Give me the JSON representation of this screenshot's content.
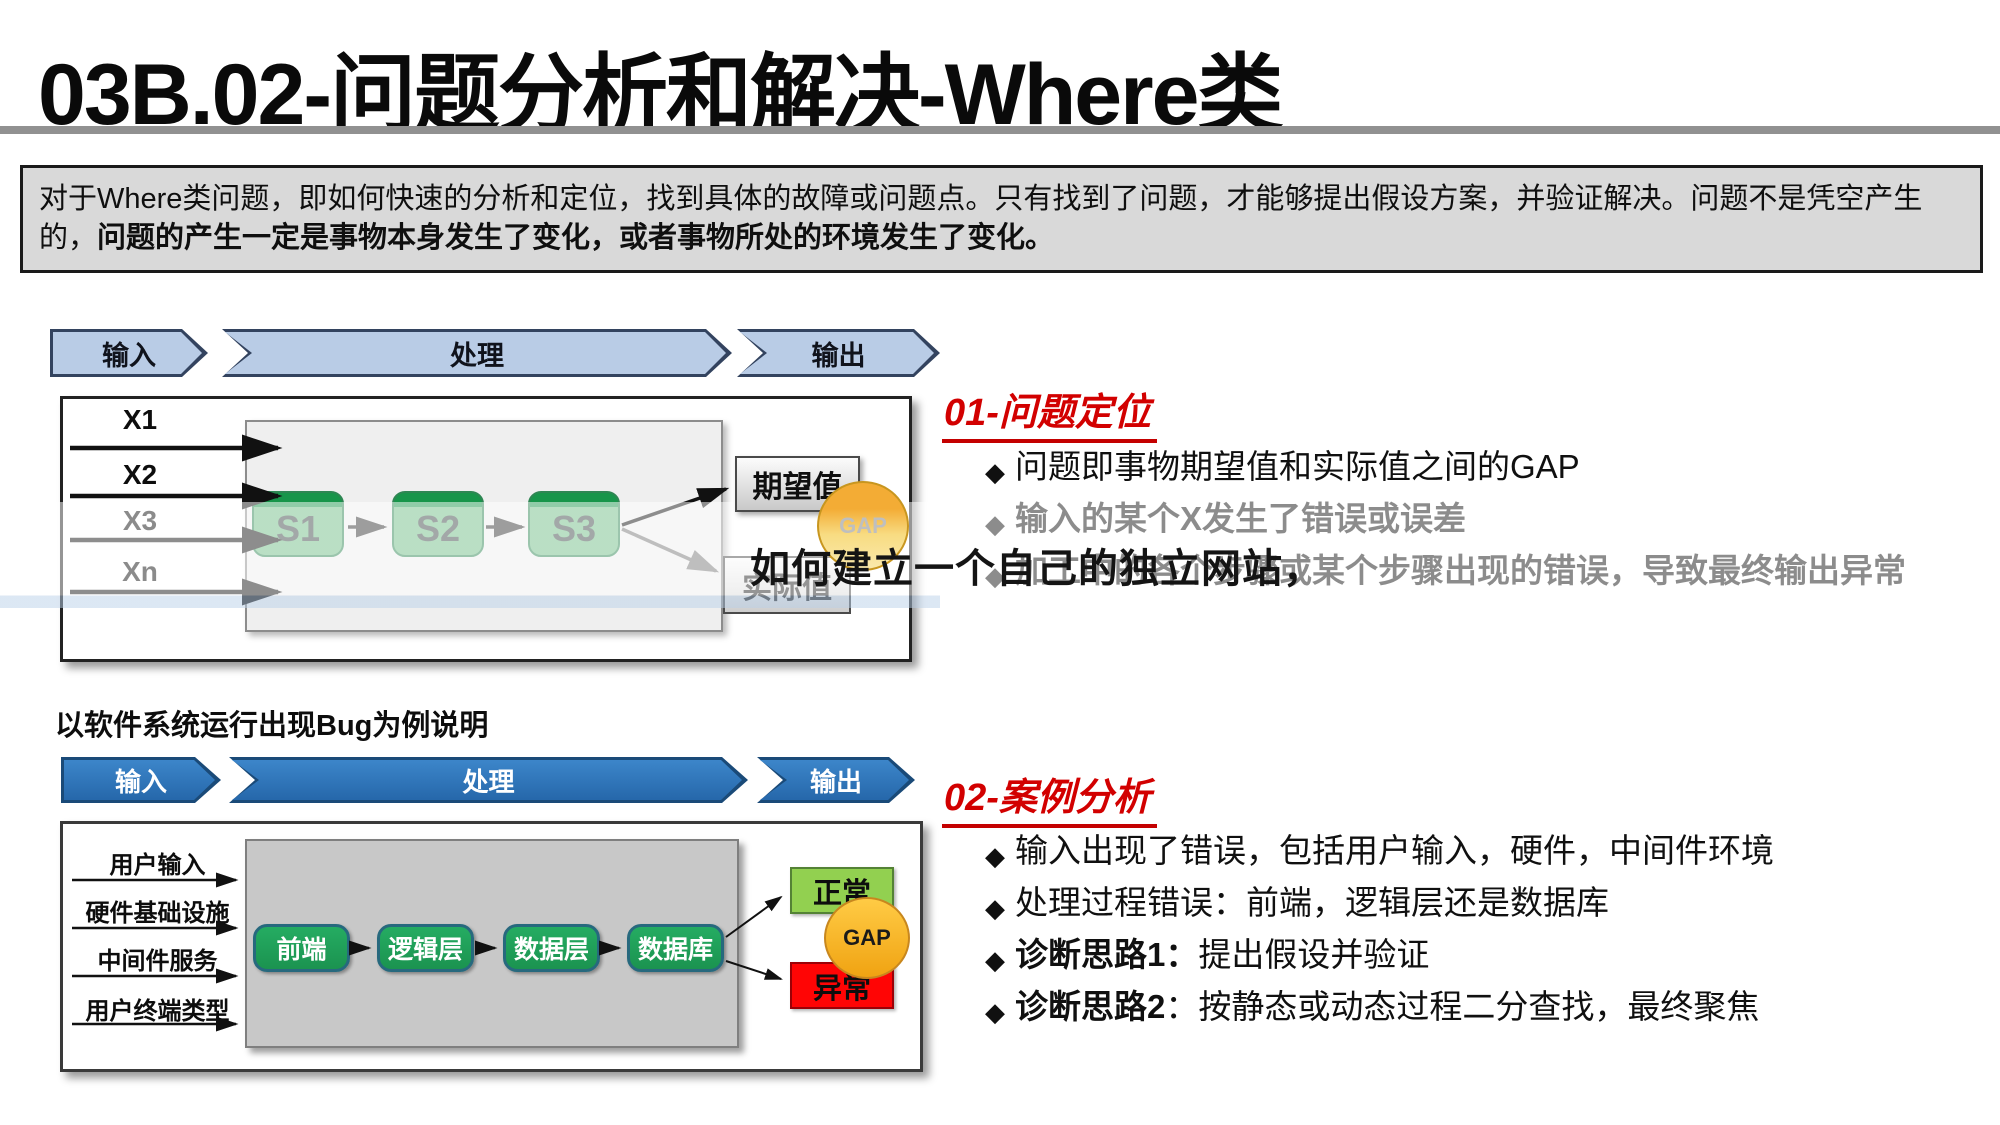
{
  "bullet_char": "◆",
  "header": {
    "title": "03B.02-问题分析和解决-Where类"
  },
  "intro": {
    "normal": "对于Where类问题，即如何快速的分析和定位，找到具体的故障或问题点。只有找到了问题，才能够提出假设方案，并验证解决。问题不是凭空产生的，",
    "bold": "问题的产生一定是事物本身发生了变化，或者事物所处的环境发生了变化。"
  },
  "watermark": {
    "text": "如何建立一个自己的独立网站，"
  },
  "diagram1": {
    "chevrons": [
      "输入",
      "处理",
      "输出"
    ],
    "inputs": [
      "X1",
      "X2",
      "X3",
      "Xn"
    ],
    "steps": [
      "S1",
      "S2",
      "S3"
    ],
    "expected": "期望值",
    "actual": "实际值",
    "gap": "GAP"
  },
  "section1": {
    "heading": "01-问题定位",
    "bullets": [
      {
        "bold": "",
        "text": "问题即事物期望值和实际值之间的GAP"
      },
      {
        "bold": "",
        "text": "输入的某个X发生了错误或误差"
      },
      {
        "bold": "",
        "text": "加工中的各个步骤或某个步骤出现的错误，导致最终输出异常"
      }
    ]
  },
  "example_label": "以软件系统运行出现Bug为例说明",
  "diagram2": {
    "chevrons": [
      "输入",
      "处理",
      "输出"
    ],
    "inputs": [
      "用户输入",
      "硬件基础设施",
      "中间件服务",
      "用户终端类型"
    ],
    "steps": [
      "前端",
      "逻辑层",
      "数据层",
      "数据库"
    ],
    "normal": "正常",
    "abnormal": "异常",
    "gap": "GAP"
  },
  "section2": {
    "heading": "02-案例分析",
    "bullets": [
      {
        "bold": "",
        "text": "输入出现了错误，包括用户输入，硬件，中间件环境"
      },
      {
        "bold": "",
        "text": "处理过程错误：前端，逻辑层还是数据库"
      },
      {
        "bold": "诊断思路1：",
        "text": "提出假设并验证"
      },
      {
        "bold": "诊断思路2",
        "text": "：按静态或动态过程二分查找，最终聚焦"
      }
    ]
  },
  "colors": {
    "heading_red": "#D20000",
    "chevron1_fill": "#B9CCE6",
    "chevron2_fill": "#2A72B8",
    "step1_fill": "#6FBC85",
    "step1_cap": "#17954A",
    "step2_fill": "#1FA257",
    "normal_green": "#92D050",
    "abnormal_red": "#FF0000",
    "gap_yellow": "#FFC000"
  }
}
